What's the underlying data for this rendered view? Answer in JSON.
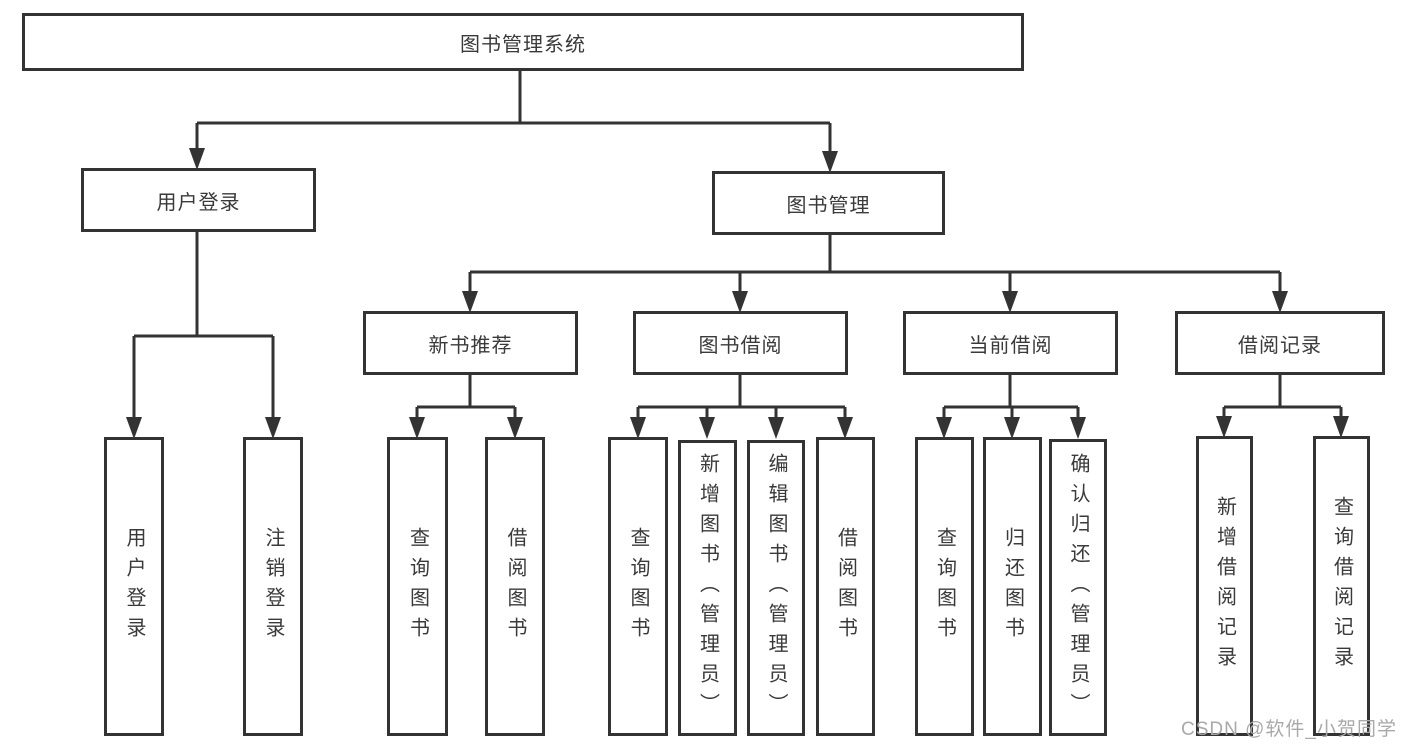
{
  "tree": {
    "root": {
      "label": "图书管理系统"
    },
    "branches": [
      {
        "label": "用户登录",
        "children": [
          {
            "label": "用户登录"
          },
          {
            "label": "注销登录"
          }
        ]
      },
      {
        "label": "图书管理",
        "children": [
          {
            "label": "新书推荐",
            "children": [
              {
                "label": "查询图书"
              },
              {
                "label": "借阅图书"
              }
            ]
          },
          {
            "label": "图书借阅",
            "children": [
              {
                "label": "查询图书"
              },
              {
                "label": "新增图书（管理员）"
              },
              {
                "label": "编辑图书（管理员）"
              },
              {
                "label": "借阅图书"
              }
            ]
          },
          {
            "label": "当前借阅",
            "children": [
              {
                "label": "查询图书"
              },
              {
                "label": "归还图书"
              },
              {
                "label": "确认归还（管理员）"
              }
            ]
          },
          {
            "label": "借阅记录",
            "children": [
              {
                "label": "新增借阅记录"
              },
              {
                "label": "查询借阅记录"
              }
            ]
          }
        ]
      }
    ]
  },
  "watermark": {
    "text": "CSDN @软件_小贺同学"
  },
  "colors": {
    "line": "#333333",
    "box_border": "#333333",
    "box_background": "#ffffff",
    "text": "#3a3a3a",
    "watermark": "#a9a9a9",
    "page_background": "#ffffff"
  }
}
